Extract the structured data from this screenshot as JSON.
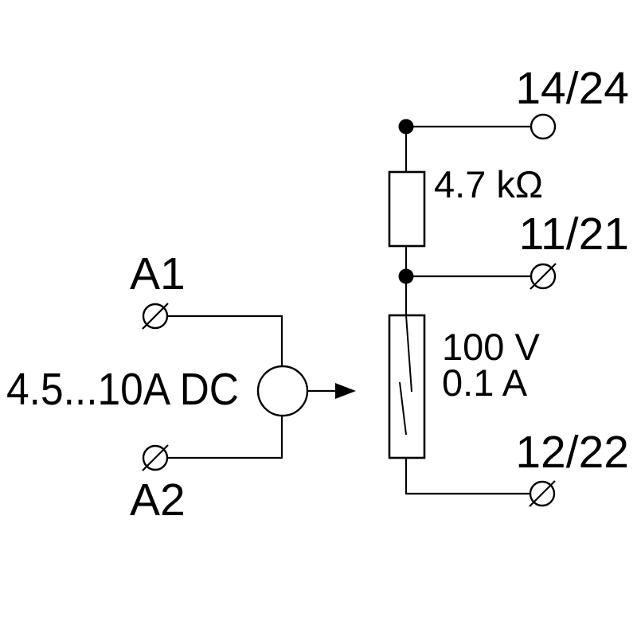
{
  "colors": {
    "line": "#000000",
    "background": "#ffffff"
  },
  "schematic": {
    "type": "relay-module-wiring-diagram",
    "input_side": {
      "terminal_a1": {
        "label": "A1",
        "symbol": "slashed-circle"
      },
      "terminal_a2": {
        "label": "A2",
        "symbol": "slashed-circle"
      },
      "supply_rating": "4.5...10A DC",
      "coil_symbol": "circle-with-output-arrow"
    },
    "output_side": {
      "resistor": {
        "value": "4.7 kΩ"
      },
      "contact": {
        "voltage_rating": "100 V",
        "current_rating": "0.1 A",
        "type": "reed-contact"
      },
      "terminals": [
        {
          "label": "14/24",
          "symbol": "open-circle"
        },
        {
          "label": "11/21",
          "symbol": "slashed-circle"
        },
        {
          "label": "12/22",
          "symbol": "slashed-circle"
        }
      ]
    }
  }
}
